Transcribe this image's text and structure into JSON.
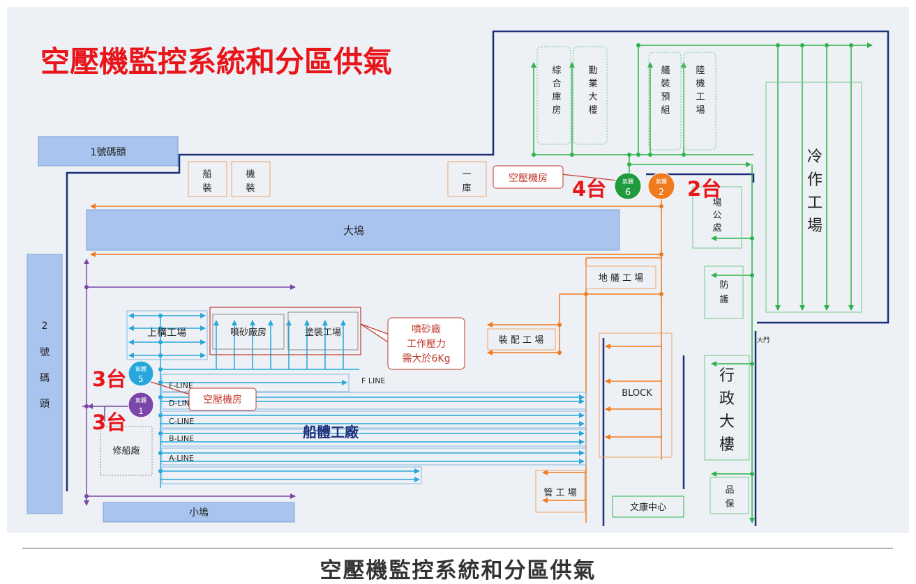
{
  "title": "空壓機監控系統和分區供氣",
  "caption": "空壓機監控系統和分區供氣",
  "colors": {
    "title_red": "#e8161b",
    "blue_fill": "#a9c4ef",
    "blue_stroke": "#7f9fd6",
    "orange": "#f07a1e",
    "green": "#2cb34a",
    "purple": "#7a46a8",
    "cyan": "#27a7dc",
    "navy": "#1c2f7a"
  },
  "areas": {
    "pier1": "1號碼頭",
    "pier2": [
      "2",
      "號",
      "碼",
      "頭"
    ],
    "big_dock": "大塢",
    "small_dock": "小塢",
    "ship_outfit": [
      "船",
      "裝"
    ],
    "machine_outfit": [
      "機",
      "裝"
    ],
    "warehouse1": [
      "一",
      "庫"
    ],
    "upper_structure": "上構工場",
    "sandblast": "噴砂廠房",
    "painting": "塗裝工場",
    "hull_factory": "船體工廠",
    "repair": "修船廠",
    "assembly": "裝 配 工 場",
    "ground_outfit": "地 艤 工 場",
    "block": "BLOCK",
    "pipe_shop": "管 工 場",
    "culture_center": "文康中心",
    "general_warehouse": [
      "綜",
      "合",
      "庫",
      "房"
    ],
    "service_building": [
      "勤",
      "業",
      "大",
      "樓"
    ],
    "outfit_prefab": [
      "艤",
      "裝",
      "預",
      "組"
    ],
    "land_machine": [
      "陸",
      "機",
      "工",
      "場"
    ],
    "cold_work": [
      "冷",
      "作",
      "工",
      "場"
    ],
    "field_office": [
      "場",
      "公",
      "處"
    ],
    "protection": [
      "防",
      "護"
    ],
    "gate": "大門",
    "admin": [
      "行",
      "政",
      "大",
      "樓"
    ],
    "quality": [
      "品",
      "保"
    ]
  },
  "lines": {
    "f": "F-LINE",
    "f_end": "F LINE",
    "d": "D-LINE",
    "c": "C-LINE",
    "b": "B-LINE",
    "a": "A-LINE"
  },
  "callouts": {
    "room_top": "空壓機房",
    "room_left": "空壓機房",
    "sandblast_note": [
      "噴砂廠",
      "工作壓力",
      "需大於6Kg"
    ]
  },
  "tanks": [
    {
      "label": "氣體",
      "number": "6",
      "color": "#1f9a3c"
    },
    {
      "label": "氣體",
      "number": "2",
      "color": "#f07a1e"
    },
    {
      "label": "氣體",
      "number": "5",
      "color": "#27a7dc"
    },
    {
      "label": "氣體",
      "number": "1",
      "color": "#7a46a8"
    }
  ],
  "counts": {
    "tank6": "4台",
    "tank2": "2台",
    "tank5": "3台",
    "tank1": "3台"
  }
}
